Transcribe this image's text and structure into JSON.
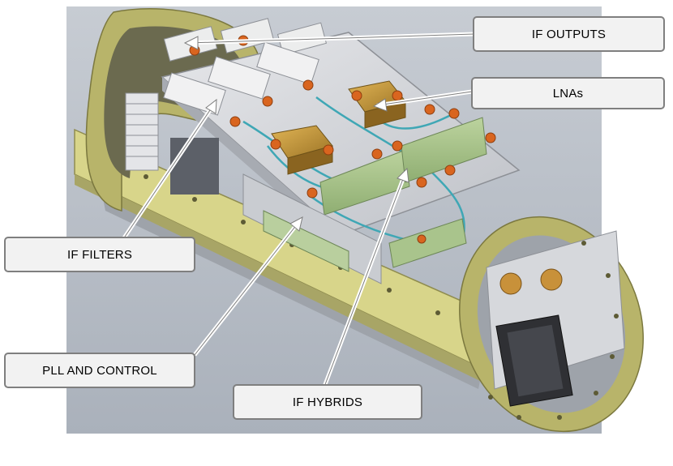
{
  "labels": {
    "if_outputs": "IF OUTPUTS",
    "lnas": "LNAs",
    "if_filters": "IF FILTERS",
    "pll_and_control": "PLL AND CONTROL",
    "if_hybrids": "IF HYBRIDS"
  },
  "colors": {
    "background": "#b9bfc8",
    "end_ring": "#b8b46a",
    "side_rail": "#d8d58a",
    "plate": "#d9dade",
    "filter_block": "#a9c48c",
    "connector": "#d9651f",
    "lna_body": "#c99b3c",
    "cable": "#3fa7b5",
    "callout_fill": "#f2f2f2",
    "callout_border": "#7f7f7f"
  }
}
